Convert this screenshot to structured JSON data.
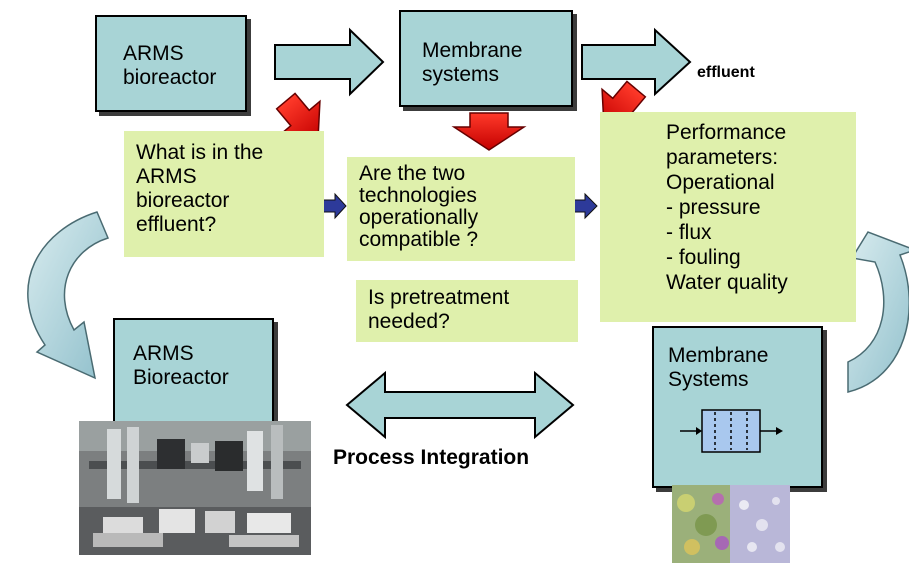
{
  "top_row": {
    "arms_box": "ARMS\nbioreactor",
    "membrane_box": "Membrane\nsystems",
    "effluent_label": "effluent"
  },
  "questions": {
    "arms_effluent": "What is in the\nARMS\nbioreactor\neffluent?",
    "compatibility": "Are the two\ntechnologies\noperationally\ncompatible ?",
    "pretreatment": "Is pretreatment\nneeded?",
    "performance": "Performance\nparameters:\nOperational\n - pressure\n - flux\n - fouling\nWater quality"
  },
  "bottom_row": {
    "arms_box": "ARMS\nBioreactor",
    "membrane_box": "Membrane\nSystems",
    "integration_label": "Process Integration"
  },
  "colors": {
    "box_fill": "#a8d4d6",
    "note_fill": "#dff0ac",
    "red_arrow": "#e8140c",
    "blue_arrow": "#2d3a9a",
    "curve_arrow": "#9fc9d2"
  }
}
